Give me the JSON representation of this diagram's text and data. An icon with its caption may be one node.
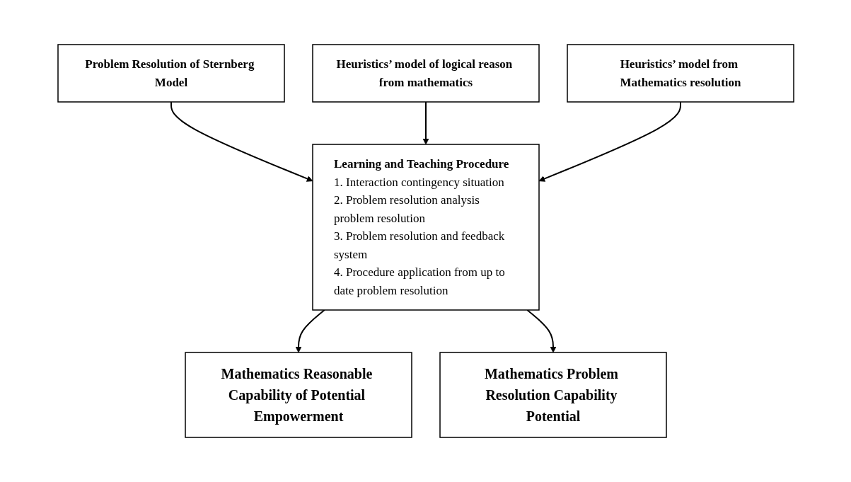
{
  "diagram": {
    "nodes": [
      {
        "text": [
          "Problem Resolution of Sternberg Model"
        ]
      },
      {
        "text": [
          "Learning and Teaching Procedure",
          "1. Interaction contingency situation",
          "2. Problem resolution analysis problem resolution",
          "3. Problem resolution and feedback system",
          "4. Procedure application from up to date problem resolution"
        ]
      },
      {
        "text": [
          "Heuristics’ model of logical reason from mathematics"
        ]
      },
      {
        "text": [
          "Heuristics’ model from Mathematics resolution"
        ]
      },
      {
        "text": [
          "Mathematics Reasonable Capability of Potential Empowerment"
        ]
      },
      {
        "text": [
          "Mathematics Problem Resolution Capability Potential"
        ]
      }
    ],
    "edges": [
      {
        "from": 0,
        "to": 1,
        "arrow": "to"
      },
      {
        "from": 2,
        "to": 1,
        "arrow": "to"
      },
      {
        "from": 3,
        "to": 1,
        "arrow": "to"
      },
      {
        "from": 1,
        "to": 4,
        "arrow": "to"
      },
      {
        "from": 1,
        "to": 5,
        "arrow": "to"
      }
    ]
  }
}
